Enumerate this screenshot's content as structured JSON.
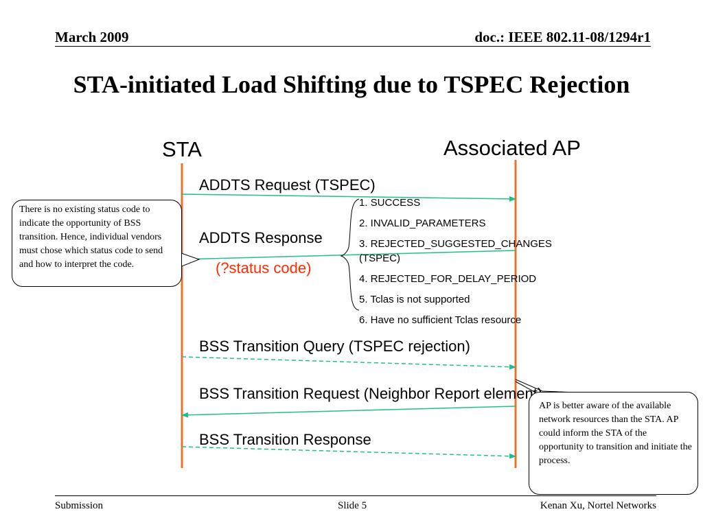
{
  "header": {
    "date": "March 2009",
    "doc_id": "doc.: IEEE 802.11-08/1294r1"
  },
  "title": "STA-initiated Load Shifting due to TSPEC Rejection",
  "diagram": {
    "lifelines": {
      "sta": "STA",
      "ap": "Associated AP",
      "color": "#f07025"
    },
    "messages": {
      "addts_request": "ADDTS Request (TSPEC)",
      "addts_response": "ADDTS Response",
      "status_code": "(?status code)",
      "bss_query": "BSS Transition Query (TSPEC rejection)",
      "bss_request": "BSS Transition Request (Neighbor Report element)",
      "bss_response": "BSS Transition Response"
    },
    "arrow_color": "#1fbf8a",
    "status_code_color": "#ff2a00",
    "status_codes": [
      "1. SUCCESS",
      "2. INVALID_PARAMETERS",
      "3. REJECTED_SUGGESTED_CHANGES",
      "(TSPEC)",
      "4. REJECTED_FOR_DELAY_PERIOD",
      "5. Tclas is not supported",
      "6. Have no sufficient Tclas resource"
    ],
    "notes": {
      "left": "There is no existing status code to indicate the opportunity of BSS transition. Hence, individual vendors must chose which status code to send and how to interpret the code.",
      "right": "AP is better aware of the available network resources than the STA. AP could inform the STA of the opportunity to transition and initiate the process."
    }
  },
  "footer": {
    "left": "Submission",
    "center": "Slide 5",
    "right": "Kenan Xu, Nortel Networks"
  }
}
